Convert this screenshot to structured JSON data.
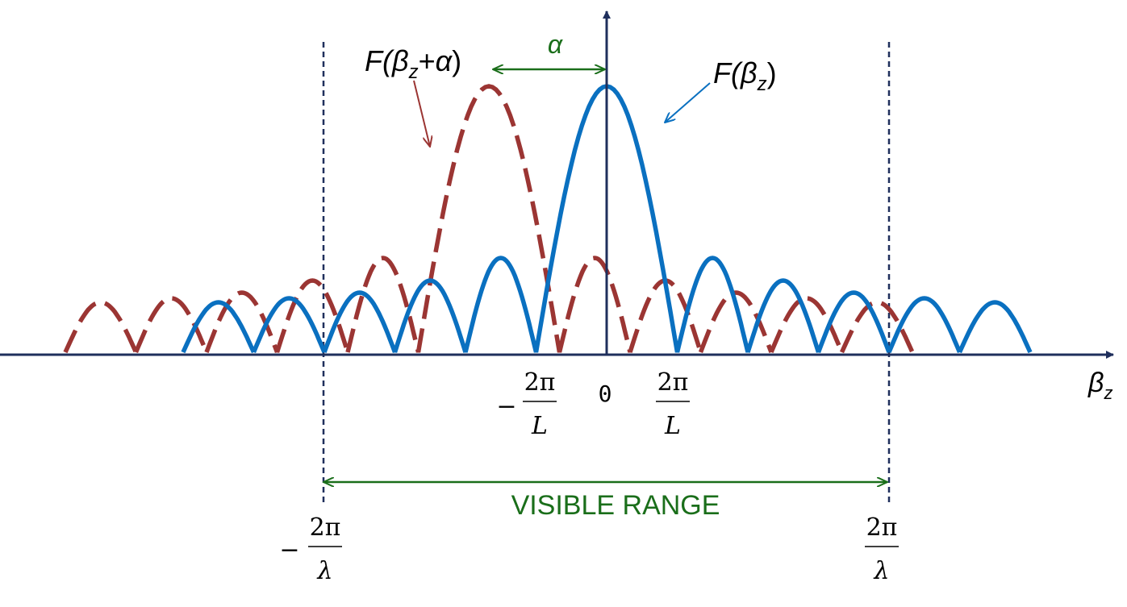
{
  "labels": {
    "shifted_curve": {
      "prefix": "F(",
      "var": "β",
      "sub": "z",
      "rest": "+",
      "alpha": "α",
      "close": ")"
    },
    "main_curve": {
      "prefix": "F(",
      "var": "β",
      "sub": "z",
      "close": ")"
    },
    "shift": "α",
    "axis": {
      "var": "β",
      "sub": "z"
    },
    "origin": "0",
    "minus_sign": "−",
    "two_pi": "2π",
    "L": "L",
    "lambda": "λ",
    "visible_range": "VISIBLE RANGE"
  },
  "colors": {
    "axis": "#1f2f5c",
    "main_curve": "#0a70c0",
    "shifted_curve": "#9b3533",
    "annotation": "#1a6e1a",
    "text": "#000000"
  }
}
